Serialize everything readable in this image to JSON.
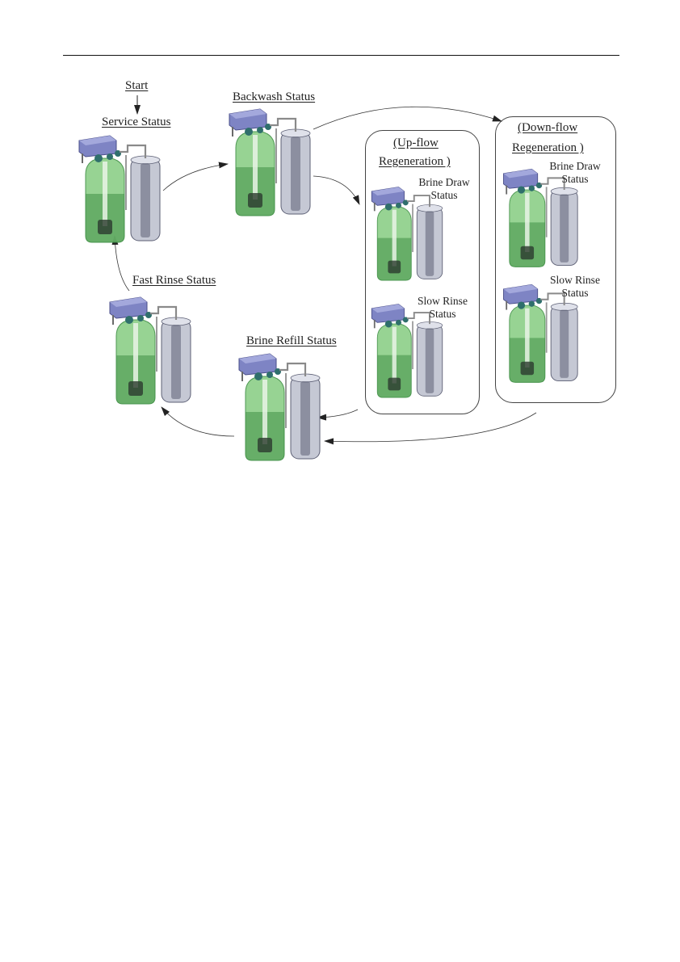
{
  "labels": {
    "start": "Start",
    "service": "Service Status",
    "backwash": "Backwash Status",
    "fast_rinse": "Fast Rinse Status",
    "brine_refill": "Brine Refill Status",
    "upflow_title_1": "(Up-flow",
    "upflow_title_2": "Regeneration )",
    "downflow_title_1": "(Down-flow",
    "downflow_title_2": "Regeneration )",
    "up_brine_draw_1": "Brine Draw",
    "up_brine_draw_2": "Status",
    "up_slow_rinse_1": "Slow Rinse",
    "up_slow_rinse_2": "Status",
    "down_brine_draw_1": "Brine Draw",
    "down_brine_draw_2": "Status",
    "down_slow_rinse_1": "Slow Rinse",
    "down_slow_rinse_2": "Status"
  },
  "colors": {
    "resin_tank": "#8fd08a",
    "resin_tank_dark": "#3f8f45",
    "brine_tank": "#c5c8d4",
    "brine_tank_dark": "#5d6075",
    "valve_head": "#7e84c4",
    "valve_fittings": "#2f6f6c",
    "arrow": "#333333"
  },
  "icons": [
    "softener-unit-icon",
    "arrow-icon"
  ]
}
